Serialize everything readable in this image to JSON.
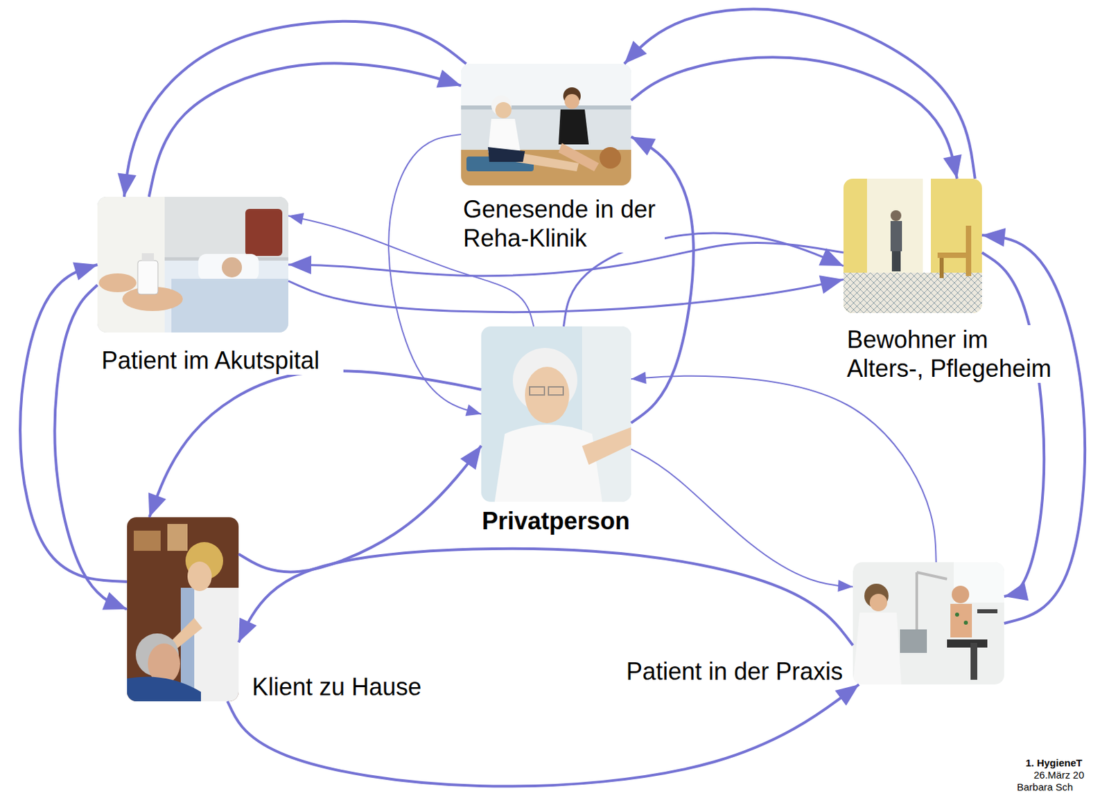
{
  "diagram": {
    "nodes": [
      {
        "text": [
          "Genesende in der Reha-Klinik"
        ]
      },
      {
        "text": [
          "Patient im Akutspital"
        ]
      },
      {
        "text": [
          "Bewohner im Alters-, Pflegeheim"
        ]
      },
      {
        "text": [
          "Privatperson"
        ]
      },
      {
        "text": [
          "Klient zu Hause"
        ]
      },
      {
        "text": [
          "Patient in der Praxis"
        ]
      }
    ],
    "edges": [
      {
        "from": 0,
        "to": 1,
        "arrow": "to"
      },
      {
        "from": 1,
        "to": 0,
        "arrow": "to"
      },
      {
        "from": 2,
        "to": 0,
        "arrow": "to"
      },
      {
        "from": 0,
        "to": 2,
        "arrow": "to"
      },
      {
        "from": 3,
        "to": 1,
        "arrow": "to"
      },
      {
        "from": 1,
        "to": 2,
        "arrow": "to"
      },
      {
        "from": 2,
        "to": 1,
        "arrow": "to"
      },
      {
        "from": 3,
        "to": 2,
        "arrow": "to"
      },
      {
        "from": 0,
        "to": 3,
        "arrow": "to"
      },
      {
        "from": 3,
        "to": 0,
        "arrow": "to"
      },
      {
        "from": 3,
        "to": 4,
        "arrow": "to"
      },
      {
        "from": 4,
        "to": 3,
        "arrow": "to"
      },
      {
        "from": 3,
        "to": 5,
        "arrow": "to"
      },
      {
        "from": 5,
        "to": 3,
        "arrow": "to"
      },
      {
        "from": 2,
        "to": 5,
        "arrow": "to"
      },
      {
        "from": 5,
        "to": 2,
        "arrow": "to"
      },
      {
        "from": 4,
        "to": 1,
        "arrow": "to"
      },
      {
        "from": 1,
        "to": 4,
        "arrow": "to"
      },
      {
        "from": 5,
        "to": 4,
        "arrow": "to"
      },
      {
        "from": 4,
        "to": 5,
        "arrow": "to"
      }
    ],
    "labels": [
      "1. HygieneT",
      "26.März 20",
      "Barbara Sch"
    ]
  }
}
